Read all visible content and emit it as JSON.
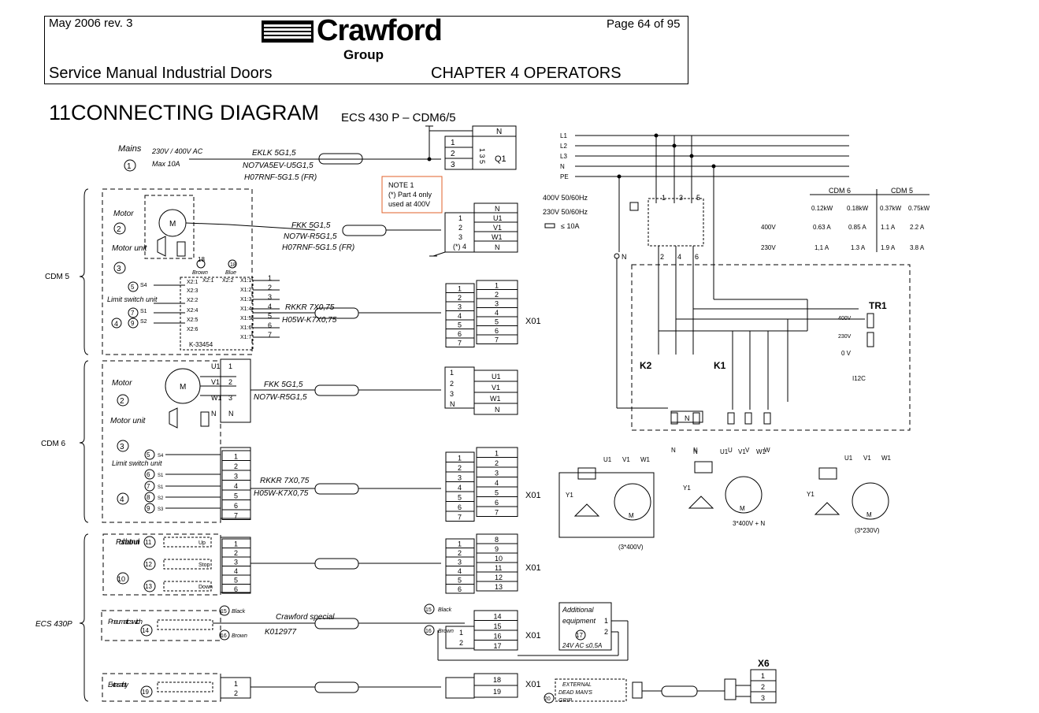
{
  "header": {
    "rev": "May 2006 rev. 3",
    "page": "Page 64 of 95",
    "logo": "Crawford",
    "logo_group": "Group",
    "manual": "Service Manual Industrial Doors",
    "chapter": "CHAPTER 4 OPERATORS"
  },
  "section": {
    "number": "11",
    "title": "CONNECTING DIAGRAM",
    "subtitle": "ECS 430 P – CDM6/5"
  },
  "mains": {
    "label": "Mains",
    "voltage": "230V / 400V AC",
    "fuse": "Max 10A",
    "num": "1",
    "cable1": "EKLK 5G1,5",
    "cable2": "NO7VA5EV-U5G1,5",
    "cable3": "H07RNF-5G1.5 (FR)",
    "q1": "Q1",
    "q1_terms": [
      "N",
      "1",
      "2",
      "3"
    ],
    "q1_pins": "1 3 5"
  },
  "note": {
    "line1": "NOTE 1",
    "line2": "(*) Part 4 only",
    "line3": "used at 400V"
  },
  "cdm5": {
    "label": "CDM 5",
    "motor": "Motor",
    "motor_num": "2",
    "motor_unit": "Motor unit",
    "motor_unit_num": "3",
    "limit": "Limit switch unit",
    "limit_num": "4",
    "s4": "S4",
    "s1": "S1",
    "s2": "S2",
    "n5": "5",
    "n7": "7",
    "n9": "9",
    "n18": "18",
    "brown": "Brown",
    "blue": "Blue",
    "board": "K-33454",
    "x2": [
      "X2:1",
      "X2:1",
      "X2:2",
      "X2:3",
      "X2:2",
      "X2:4",
      "X2:5",
      "X2:6"
    ],
    "x1": [
      "X1:1",
      "X1:2",
      "X1:3",
      "X1:4",
      "X1:5",
      "X1:6",
      "X1:7"
    ],
    "cable_m1": "FKK 5G1,5",
    "cable_m2": "NO7W-R5G1,5",
    "cable_m3": "H07RNF-5G1.5 (FR)",
    "cable_l1": "RKKR 7X0,75",
    "cable_l2": "H05W-K7X0,75",
    "motor_terms": [
      "N",
      "U1",
      "V1",
      "W1",
      "N"
    ],
    "motor_nums": [
      "1",
      "2",
      "3",
      "(*) 4"
    ],
    "x01": "X01",
    "nums": [
      "1",
      "2",
      "3",
      "4",
      "5",
      "6",
      "7"
    ]
  },
  "supply": {
    "line1": "400V 50/60Hz",
    "line2": "230V 50/60Hz",
    "line3": "≤ 10A",
    "lines": [
      "L1",
      "L2",
      "L3",
      "N",
      "PE"
    ]
  },
  "table": {
    "cdm6": "CDM 6",
    "cdm5": "CDM 5",
    "kw": [
      "0.12kW",
      "0.18kW",
      "0.37kW",
      "0.75kW"
    ],
    "row400_label": "400V",
    "row400": [
      "0.63 A",
      "0.85 A",
      "1.1 A",
      "2.2 A"
    ],
    "row230_label": "230V",
    "row230": [
      "1,1 A",
      "1.3 A",
      "1.9 A",
      "3.8 A"
    ]
  },
  "control": {
    "tr1": "TR1",
    "v400": "400V",
    "v230": "230V",
    "v0": "0 V",
    "i12c": "I12C",
    "k1": "K1",
    "k2": "K2",
    "n_label": "N",
    "nums": [
      "1",
      "3",
      "5",
      "2",
      "4",
      "6"
    ],
    "terms": [
      "N",
      "N",
      "U",
      "V",
      "W"
    ]
  },
  "motors": {
    "m400": "(3*400V)",
    "m3n": "3*400V + N",
    "m230": "(3*230V)",
    "u1": "U1",
    "v1": "V1",
    "w1": "W1",
    "n": "N",
    "y1": "Y1",
    "m": "M"
  },
  "cdm6": {
    "label": "CDM 6",
    "motor": "Motor",
    "motor_num": "2",
    "motor_unit": "Motor unit",
    "motor_unit_num": "3",
    "limit": "Limit switch unit",
    "limit_num": "4",
    "cable_m1": "FKK 5G1,5",
    "cable_m2": "NO7W-R5G1,5",
    "cable_l1": "RKKR 7X0,75",
    "cable_l2": "H05W-K7X0,75",
    "motor_terms": [
      "U1",
      "V1",
      "W1",
      "N"
    ],
    "switches": [
      "5",
      "6",
      "7",
      "8",
      "9"
    ],
    "sw_labels": [
      "S4",
      "S1",
      "S1",
      "S2",
      "S3"
    ],
    "x01": "X01"
  },
  "push": {
    "label": "Push button unit",
    "num": "10",
    "b_nums": [
      "11",
      "12",
      "13"
    ],
    "b_labels": [
      "Up",
      "Stop",
      "Down"
    ],
    "terms": [
      "1",
      "2",
      "3",
      "4",
      "5",
      "6"
    ],
    "x01_terms": [
      "8",
      "9",
      "10",
      "11",
      "12",
      "13"
    ],
    "x01": "X01"
  },
  "ecs": {
    "label": "ECS 430P",
    "pneu": "Pneumatic switch",
    "pneu_num": "14",
    "n15": "15",
    "n16": "16",
    "black": "Black",
    "brown": "Brown",
    "cable1": "Crawford special",
    "cable2": "K012977",
    "x01_terms": [
      "14",
      "15",
      "16",
      "17"
    ],
    "x01": "X01",
    "add_l1": "Additional",
    "add_l2": "equipment",
    "add_num": "17",
    "add_l3": "24V AC ≤0,5A"
  },
  "extra": {
    "label": "Extra safety",
    "num": "19",
    "x01_terms": [
      "18",
      "19"
    ],
    "x01": "X01",
    "ext_l1": "EXTERNAL",
    "ext_l2": "DEAD MAN'S",
    "ext_l3": "GRIP",
    "ext_num": "20",
    "x6": "X6",
    "x6_terms": [
      "1",
      "2",
      "3"
    ]
  }
}
